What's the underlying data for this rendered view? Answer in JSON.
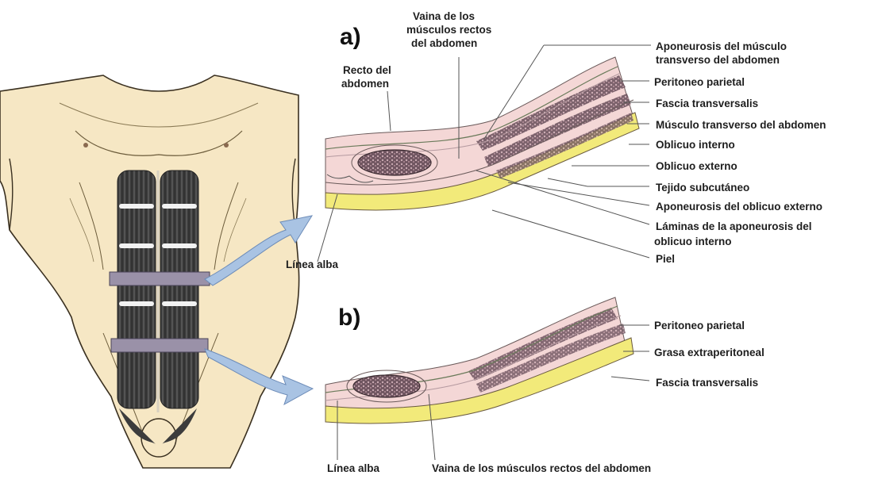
{
  "diagram": {
    "panel_a": {
      "letter": "a)",
      "labels": {
        "vaina_top_1": "Vaina de los",
        "vaina_top_2": "músculos rectos",
        "vaina_top_3": "del abdomen",
        "recto_1": "Recto del",
        "recto_2": "abdomen",
        "linea_alba": "Línea alba",
        "apo_transv_1": "Aponeurosis del músculo",
        "apo_transv_2": "transverso del abdomen",
        "peritoneo": "Peritoneo parietal",
        "fascia": "Fascia transversalis",
        "musc_transv": "Músculo transverso del abdomen",
        "obl_int": "Oblicuo interno",
        "obl_ext": "Oblicuo externo",
        "tejido": "Tejido subcutáneo",
        "apo_obl_ext": "Aponeurosis del oblicuo externo",
        "laminas_1": "Láminas de la aponeurosis del",
        "laminas_2": "oblicuo interno",
        "piel": "Piel"
      }
    },
    "panel_b": {
      "letter": "b)",
      "labels": {
        "peritoneo": "Peritoneo parietal",
        "grasa": "Grasa extraperitoneal",
        "fascia": "Fascia transversalis",
        "linea_alba": "Línea alba",
        "vaina": "Vaina de los músculos rectos del abdomen"
      }
    },
    "colors": {
      "skin": "#f6e7c4",
      "skin_outline": "#3a3020",
      "muscle_dark": "#3c3c3c",
      "band": "#9a91a8",
      "arrow": "#a9c3e3",
      "yellow_layer": "#f2ea7a",
      "pink_layer": "#f4d7d6",
      "muscle_tissue": "#8a6a72",
      "leader": "#555555"
    }
  }
}
